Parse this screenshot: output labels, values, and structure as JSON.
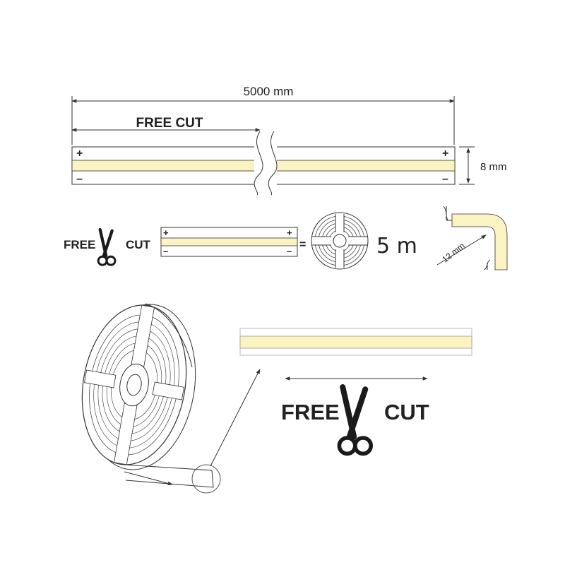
{
  "dimensions": {
    "total_length": "5000 mm",
    "free_cut_label": "FREE CUT",
    "width": "8 mm",
    "bend_radius": "12 mm"
  },
  "polarity": {
    "plus": "+",
    "minus": "–"
  },
  "free_cut_small": {
    "left_word": "FREE",
    "right_word": "CUT"
  },
  "equation": {
    "equals": "=",
    "reel_length": "5 m"
  },
  "free_cut_large": {
    "left_word": "FREE",
    "right_word": "CUT"
  },
  "colors": {
    "led_fill": "#fbf3c2",
    "line": "#333333",
    "scissors": "#1a1a1a"
  },
  "icons": [
    "scissors-icon",
    "reel-icon",
    "arrow-icon"
  ]
}
